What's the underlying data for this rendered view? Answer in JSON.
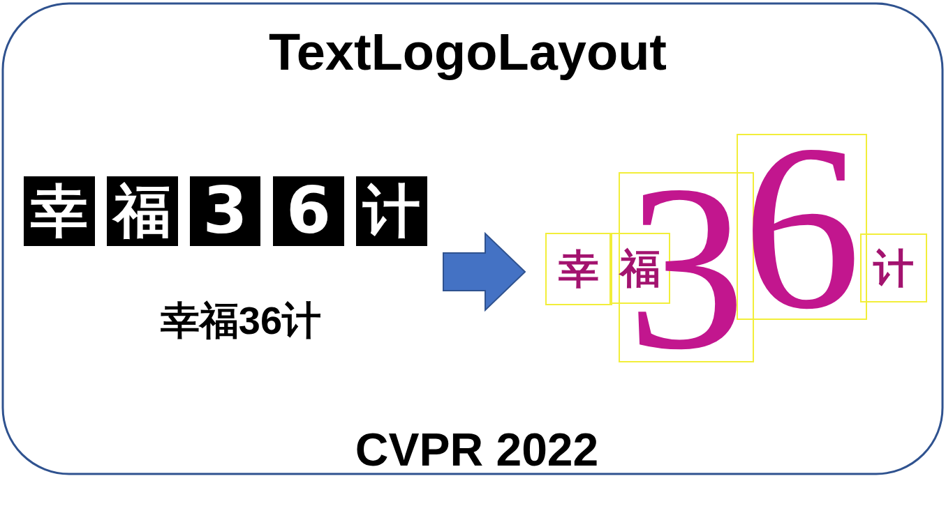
{
  "diagram": {
    "title": "TextLogoLayout",
    "nodes": [
      {
        "text": [
          "幸"
        ]
      },
      {
        "text": [
          "福"
        ]
      },
      {
        "text": [
          "3"
        ]
      },
      {
        "text": [
          "6"
        ]
      },
      {
        "text": [
          "计"
        ]
      },
      {
        "text": [
          "幸"
        ]
      },
      {
        "text": [
          "福"
        ]
      },
      {
        "text": [
          "3"
        ]
      },
      {
        "text": [
          "6"
        ]
      },
      {
        "text": [
          "计"
        ]
      }
    ],
    "labels": [
      "幸福36计",
      "CVPR 2022"
    ]
  }
}
